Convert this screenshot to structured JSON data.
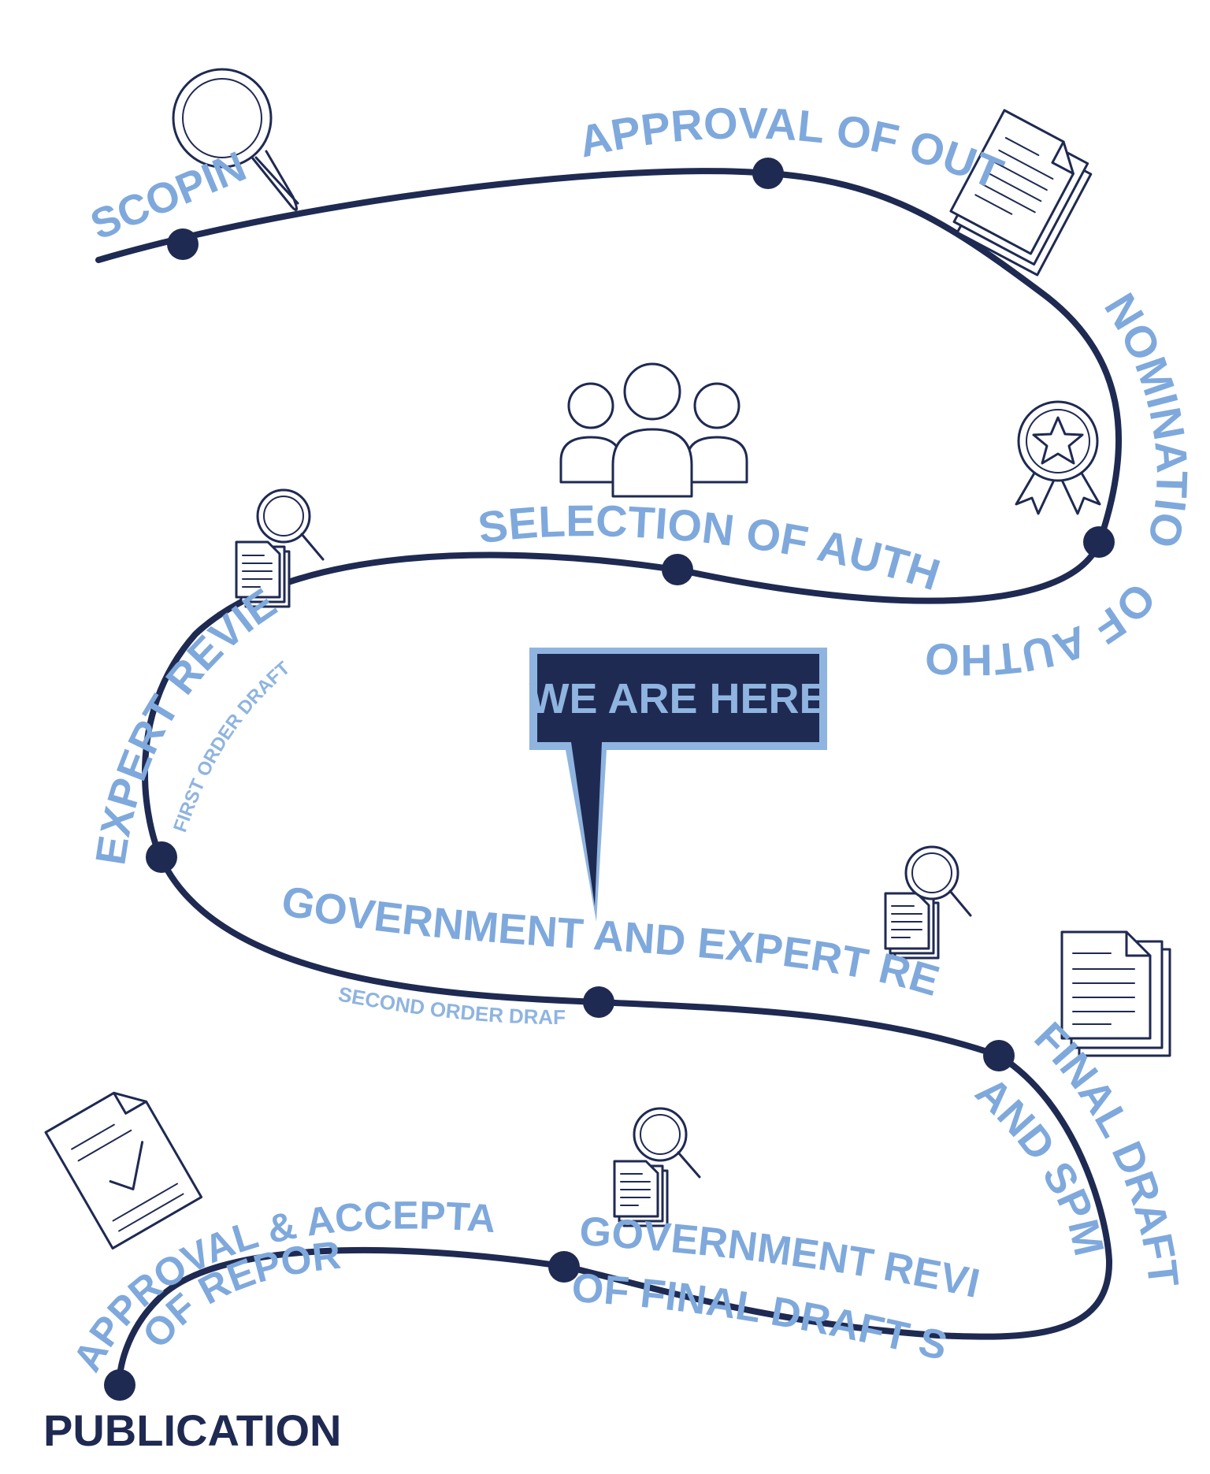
{
  "stages": {
    "scoping": "SCOPING",
    "approval_outline": "APPROVAL OF OUTLINE",
    "nomination_line1": "NOMINATION",
    "nomination_line2": "OF AUTHORS",
    "selection": "SELECTION OF AUTHORS",
    "expert_review": "EXPERT REVIEW",
    "expert_review_sub": "FIRST ORDER DRAFT",
    "gov_expert_review": "GOVERNMENT AND EXPERT REVIEW",
    "gov_expert_review_sub": "SECOND ORDER DRAFT",
    "final_draft_line1": "FINAL DRAFT REPORT",
    "final_draft_line2": "AND SPM",
    "gov_review_line1": "GOVERNMENT REVIEW",
    "gov_review_line2": "OF FINAL DRAFT SPM",
    "approval_line1": "APPROVAL & ACCEPTANCE",
    "approval_line2": "OF REPORT",
    "publication": "PUBLICATION"
  },
  "callout": {
    "text": "WE ARE HERE"
  },
  "colors": {
    "path": "#1f2a52",
    "label": "#7fa9dc",
    "callout_bg": "#1f2a52",
    "callout_border": "#8fb4e0",
    "callout_text": "#8fb4e0"
  },
  "icons": [
    "magnifier-icon",
    "documents-icon",
    "award-ribbon-icon",
    "people-group-icon",
    "document-checkmark-icon"
  ]
}
